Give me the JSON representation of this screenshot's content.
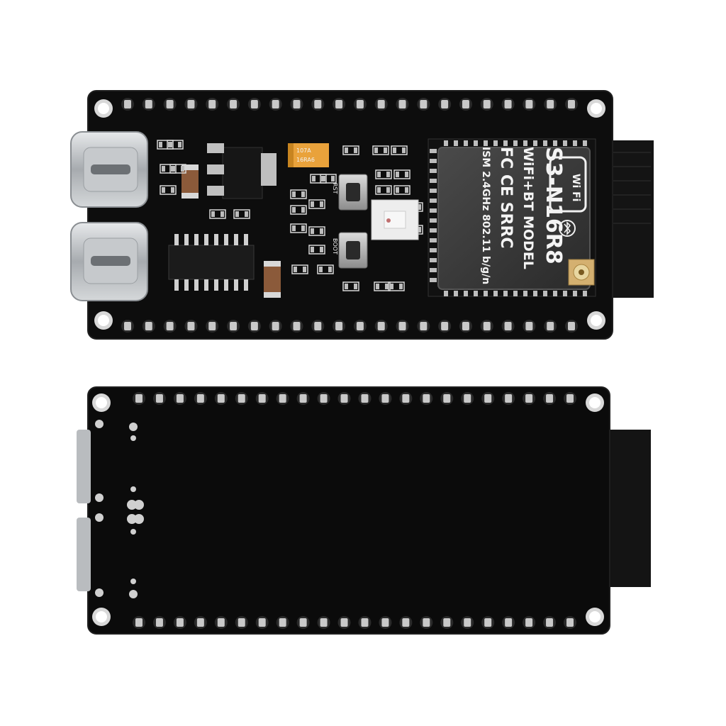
{
  "image": {
    "description_visible": false
  },
  "board_top": {
    "module_model": "S3-N16R8",
    "module_line1": "WiFi+BT MODEL",
    "module_line2": "FC CE SRRC",
    "module_line3": "ISM 2.4GHz 802.11 b/g/n",
    "wifi_badge": "Wi Fi",
    "button_rst": "RST",
    "button_boot": "BOOT",
    "cap_label_1": "107A",
    "cap_label_2": "16RA6",
    "pin_count_per_row": 22
  },
  "board_bottom": {
    "pin_count_per_row": 22
  },
  "colors": {
    "pcb": "#0d0d0d",
    "pcb_edge": "#1a1a1a",
    "pin_gold": "#c9c9c9",
    "module_shield": "#3a3a3a",
    "usb_metal": "#bfc3c7",
    "antenna": "#151515",
    "tantalum": "#e9a23b"
  }
}
